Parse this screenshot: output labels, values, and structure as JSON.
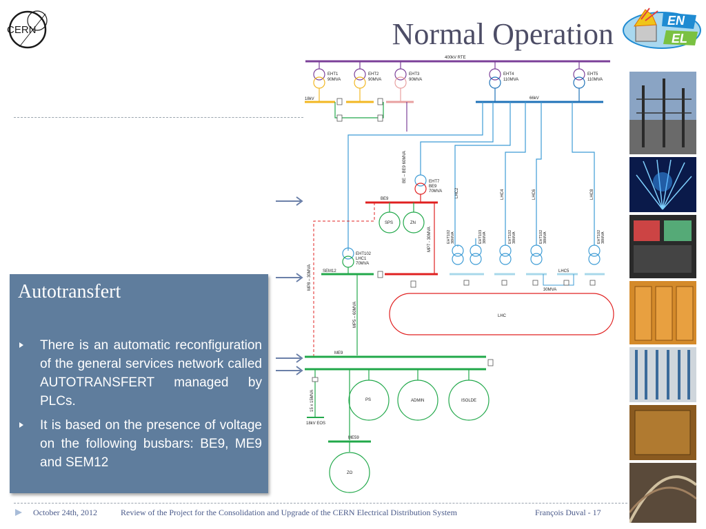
{
  "header": {
    "cern_logo": "CERN",
    "title": "Normal Operation",
    "enel_logo": {
      "line1": "EN",
      "line2": "EL"
    }
  },
  "callout": {
    "title": "Autotransfert",
    "bullets": [
      "There is an automatic reconfiguration of the general services network called AUTOTRANSFERT managed by PLCs.",
      "It is based on the presence of voltage on the following busbars: BE9, ME9 and SEM12"
    ]
  },
  "diagram": {
    "top_bus": "400kV RTE",
    "transformers_top": [
      {
        "name": "EHT1",
        "rating": "90MVA"
      },
      {
        "name": "EHT2",
        "rating": "90MVA"
      },
      {
        "name": "EHT3",
        "rating": "90MVA"
      },
      {
        "name": "EHT4",
        "rating": "110MVA"
      },
      {
        "name": "EHT5",
        "rating": "110MVA"
      }
    ],
    "bus_18kv": "18kV",
    "bus_66kv": "66kV",
    "be_link": "BE – BE9 60MVA",
    "eht7": {
      "name": "EHT7",
      "sub": "BE9",
      "rating": "70MVA"
    },
    "lhc_feeders": [
      "LHC2",
      "LHC4",
      "LHC6",
      "LHC8"
    ],
    "be9_bus": "BE9",
    "be9_loads": [
      "SPS",
      "ZN"
    ],
    "mp7": "MP7 - 30MVA",
    "mp8": "MP8 – 30MVA",
    "mp5": "MP5 – 60MVA",
    "eht102_lhc1": {
      "name": "EHT102",
      "sub": "LHC1",
      "rating": "70MVA"
    },
    "sem12_bus": "SEM12",
    "lhc_transformers": [
      {
        "name": "EHT102",
        "rating": "38MVA"
      },
      {
        "name": "EHT103",
        "rating": "38MVA"
      },
      {
        "name": "EHT102",
        "rating": "38MVA"
      },
      {
        "name": "EHT102",
        "rating": "38MVA"
      },
      {
        "name": "EHT102",
        "rating": "38MVA"
      }
    ],
    "lhc5": "LHC5",
    "comp_30mva": "30MVA",
    "lhc_load": "LHC",
    "me9_bus": "ME9",
    "me9_loads": [
      "PS",
      "ADMIN",
      "ISOLDE"
    ],
    "eos_label": "15 x 15MVA",
    "eos_bus": "18kV EOS",
    "me59_bus": "ME59",
    "me59_load": "ZO"
  },
  "footer": {
    "date": "October 24th, 2012",
    "project": "Review of the Project for the Consolidation and Upgrade of the  CERN Electrical Distribution System",
    "author_page": "François Duval - 17"
  },
  "colors": {
    "bus_400kv": "#7b3f98",
    "bus_18kv": "#f2b722",
    "bus_66kv": "#1f72b8",
    "feeder_blue": "#3c9bd5",
    "bus_red": "#e02020",
    "bus_green": "#21a84a",
    "callout_bg": "#5f7d9d",
    "title_color": "#4d4d66",
    "footer_color": "#4a5a8a"
  }
}
